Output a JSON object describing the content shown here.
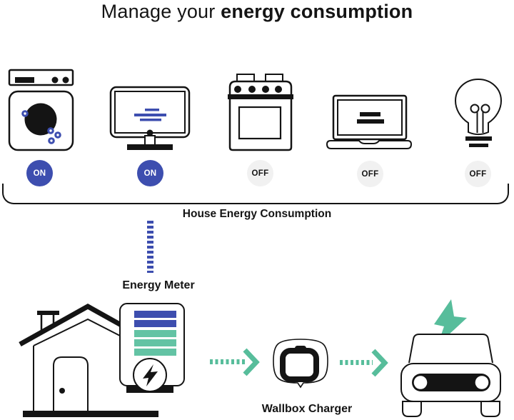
{
  "title": {
    "regular": "Manage your ",
    "bold": "energy consumption"
  },
  "appliances": [
    {
      "name": "washing-machine",
      "icon": "washing-machine-icon",
      "state": "ON"
    },
    {
      "name": "tv",
      "icon": "tv-icon",
      "state": "ON"
    },
    {
      "name": "stove",
      "icon": "stove-icon",
      "state": "OFF"
    },
    {
      "name": "laptop",
      "icon": "laptop-icon",
      "state": "OFF"
    },
    {
      "name": "lightbulb",
      "icon": "lightbulb-icon",
      "state": "OFF"
    }
  ],
  "labels": {
    "house_energy": "House Energy Consumption",
    "energy_meter": "Energy Meter",
    "wallbox_charger": "Wallbox Charger"
  },
  "icons": [
    "washing-machine-icon",
    "tv-icon",
    "stove-icon",
    "laptop-icon",
    "lightbulb-icon",
    "house-illustration",
    "energy-meter-icon",
    "lightning-bolt-icon",
    "wallbox-charger-icon",
    "car-icon",
    "arrow-right-icon",
    "dotted-connector"
  ],
  "colors": {
    "indigo": "#3D4EAF",
    "teal": "#63C3A4",
    "green": "#57BD9B",
    "off_bg": "#F1F1F1",
    "ink": "#141414"
  }
}
